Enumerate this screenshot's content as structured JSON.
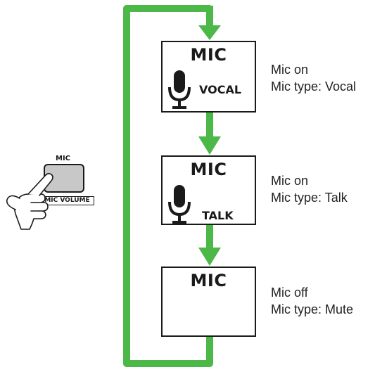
{
  "colors": {
    "flow_green": "#4cb848",
    "outline": "#1a1a1a",
    "button_fill": "#c8c8c8"
  },
  "control": {
    "button_label": "MIC",
    "sub_label": "MIC VOLUME"
  },
  "states": [
    {
      "display_title": "MIC",
      "display_type": "VOCAL",
      "shows_mic_icon": true,
      "desc_line1": "Mic on",
      "desc_line2": "Mic type: Vocal"
    },
    {
      "display_title": "MIC",
      "display_type": "TALK",
      "shows_mic_icon": true,
      "desc_line1": "Mic on",
      "desc_line2": "Mic type: Talk"
    },
    {
      "display_title": "MIC",
      "display_type": "",
      "shows_mic_icon": false,
      "desc_line1": "Mic off",
      "desc_line2": "Mic type: Mute"
    }
  ],
  "icons": [
    "microphone-icon",
    "pointing-hand-icon",
    "down-arrow-icon"
  ]
}
